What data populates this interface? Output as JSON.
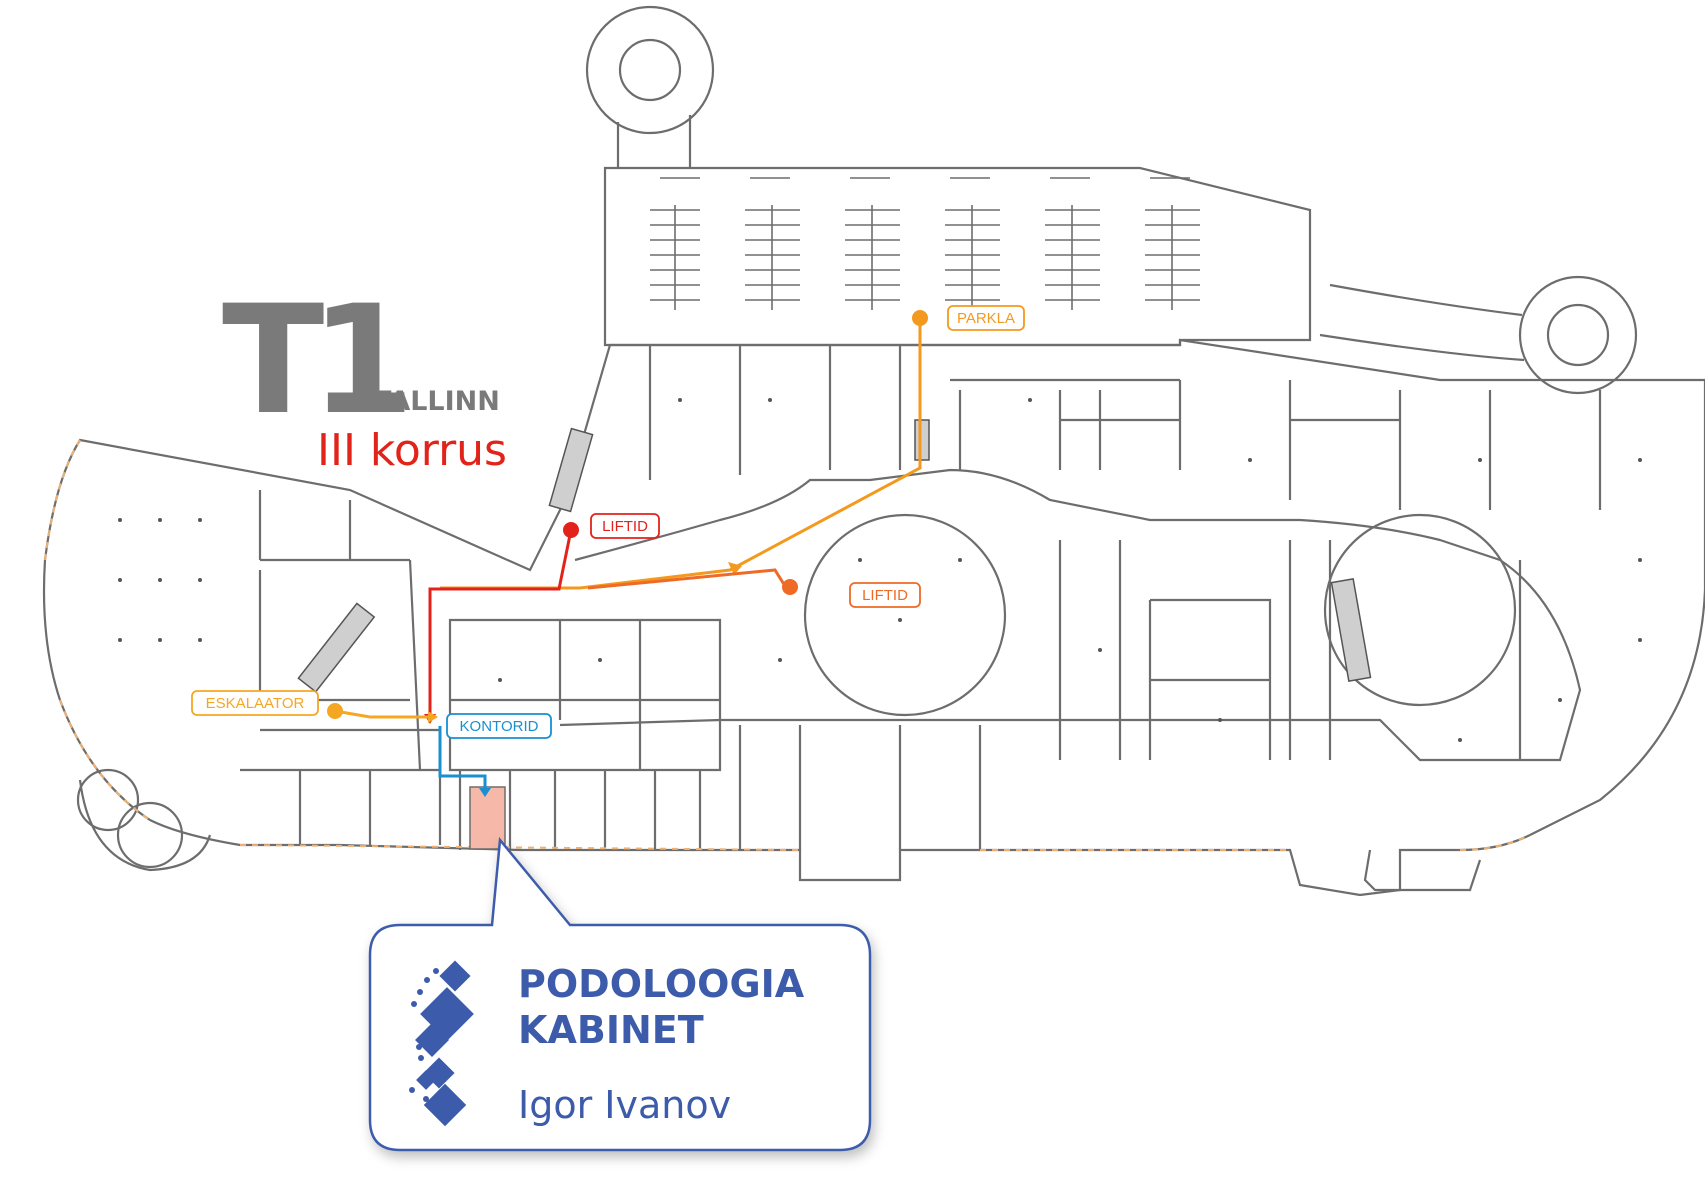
{
  "brand": {
    "logo_text": "T1",
    "city": "TALLINN",
    "floor": "III korrus"
  },
  "labels": {
    "parkla": "PARKLA",
    "liftid_north": "LIFTID",
    "liftid_center": "LIFTID",
    "eskalaator": "ESKALAATOR",
    "kontorid": "KONTORID"
  },
  "callout": {
    "line1": "PODOLOOGIA",
    "line2": "KABINET",
    "name": "Igor Ivanov"
  },
  "colors": {
    "route_parkla": "#f39a1e",
    "route_liftid_north": "#e2231a",
    "route_liftid_center": "#ef6a25",
    "route_eskalaator": "#f5a623",
    "route_kontorid": "#1a8fd1",
    "destination": "#f6b8a8",
    "brand_red": "#e2231a",
    "logo_gray": "#7a7a7a",
    "callout_blue": "#3d5bab"
  }
}
